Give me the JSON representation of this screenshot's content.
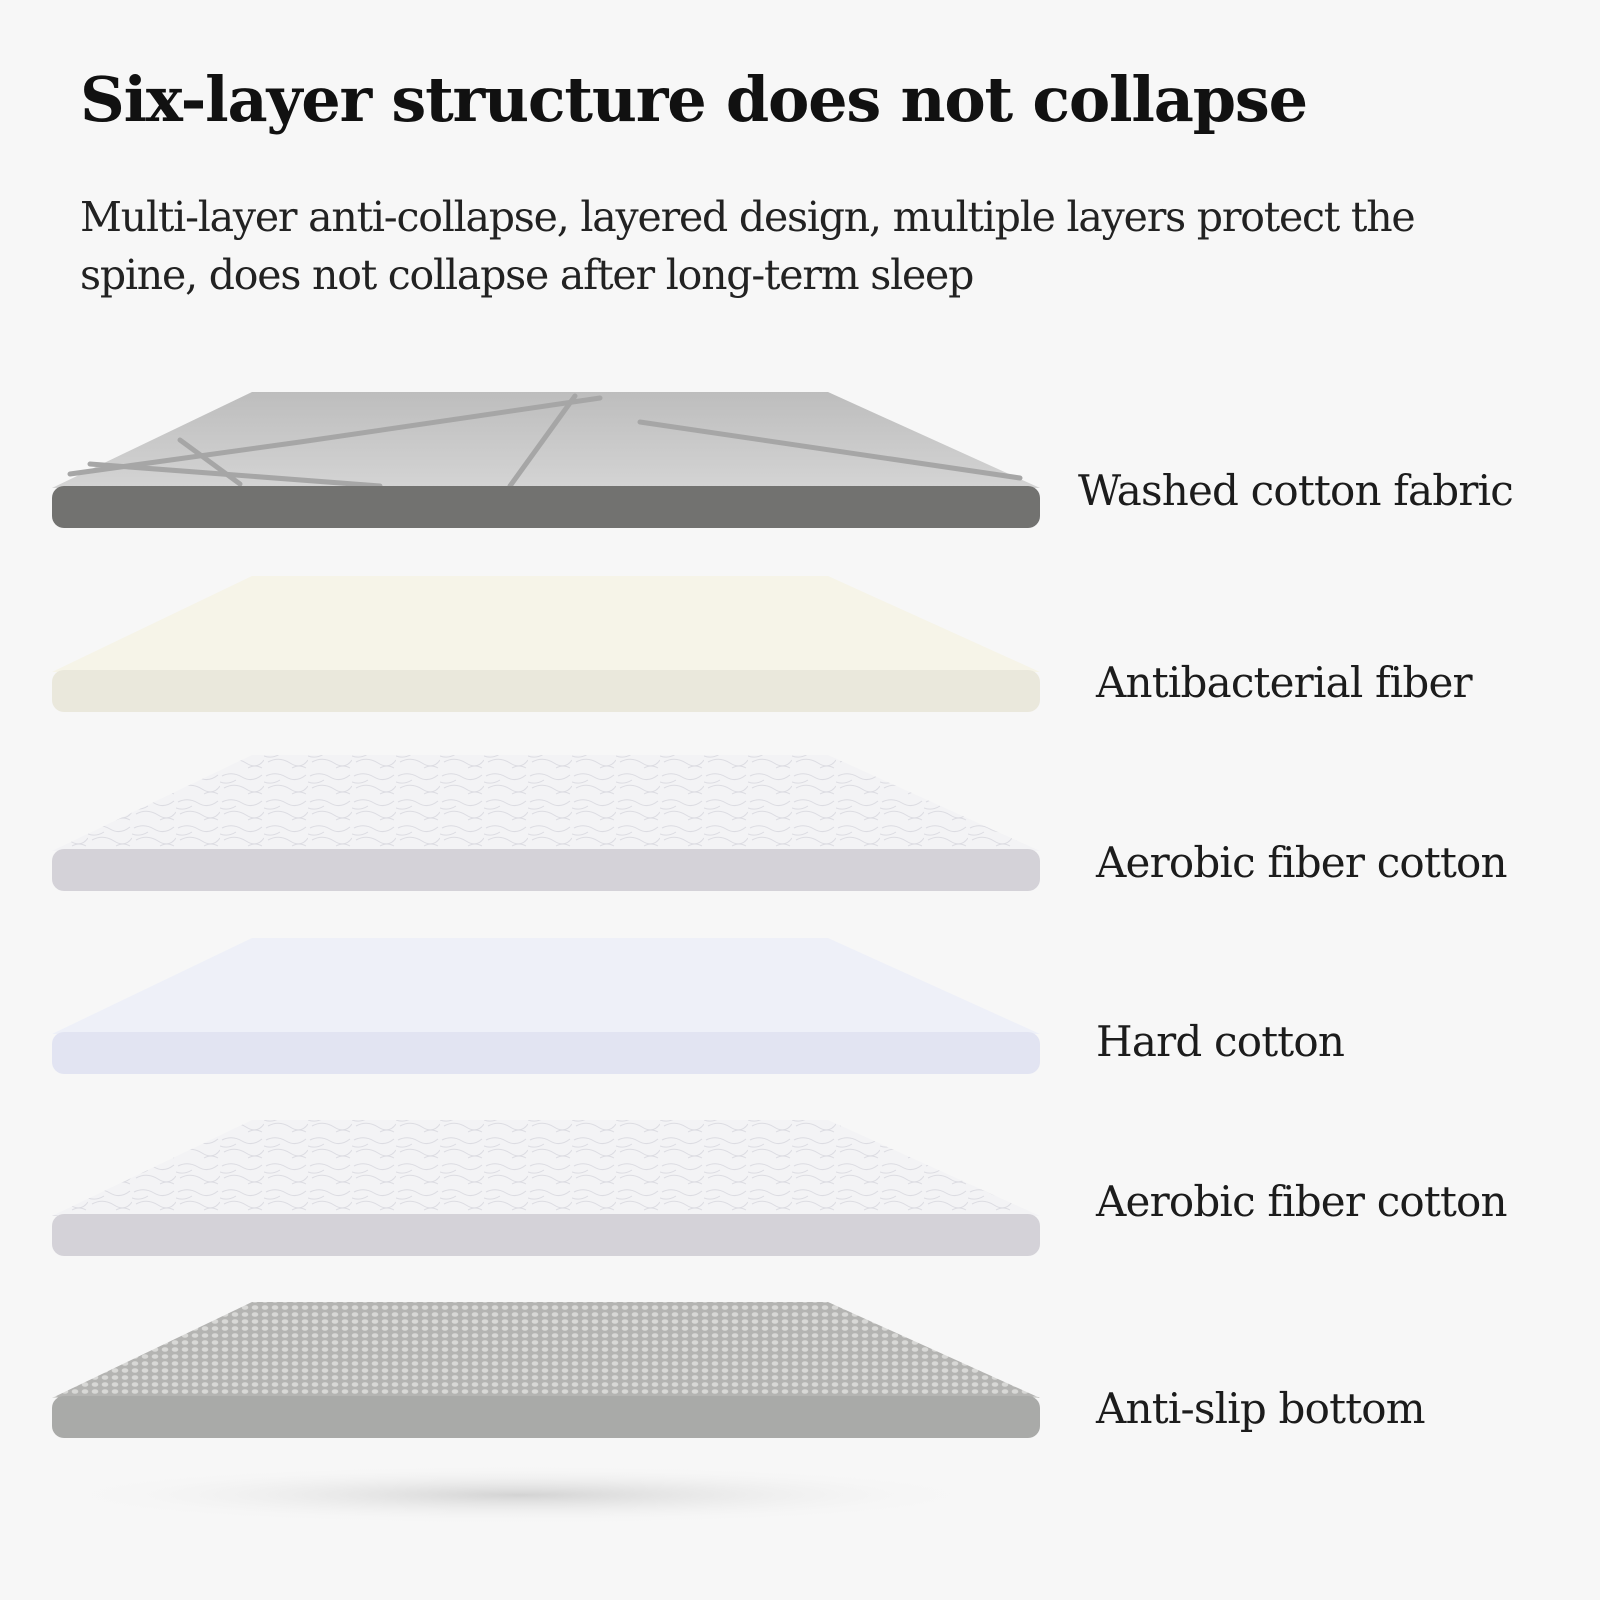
{
  "header": {
    "title": "Six-layer structure does not collapse",
    "subtitle": "Multi-layer anti-collapse, layered design, multiple layers protect the spine, does not collapse after long-term sleep"
  },
  "layers": [
    {
      "label": "Washed cotton fabric",
      "texture": "quilted-diamond",
      "color_top": "#c9c9c9",
      "color_edge": "#727270"
    },
    {
      "label": "Antibacterial fiber",
      "texture": "plain",
      "color_top": "#f6f4e8",
      "color_edge": "#eae8dc"
    },
    {
      "label": "Aerobic fiber cotton",
      "texture": "fibrous",
      "color_top": "#f2f2f4",
      "color_edge": "#d4d2d8"
    },
    {
      "label": "Hard cotton",
      "texture": "plain",
      "color_top": "#eef0f8",
      "color_edge": "#e2e4f2"
    },
    {
      "label": "Aerobic fiber cotton",
      "texture": "fibrous",
      "color_top": "#f2f2f4",
      "color_edge": "#d4d2d8"
    },
    {
      "label": "Anti-slip bottom",
      "texture": "dot-grid",
      "color_top": "#bdbdbb",
      "color_edge": "#a9aaa8"
    }
  ]
}
